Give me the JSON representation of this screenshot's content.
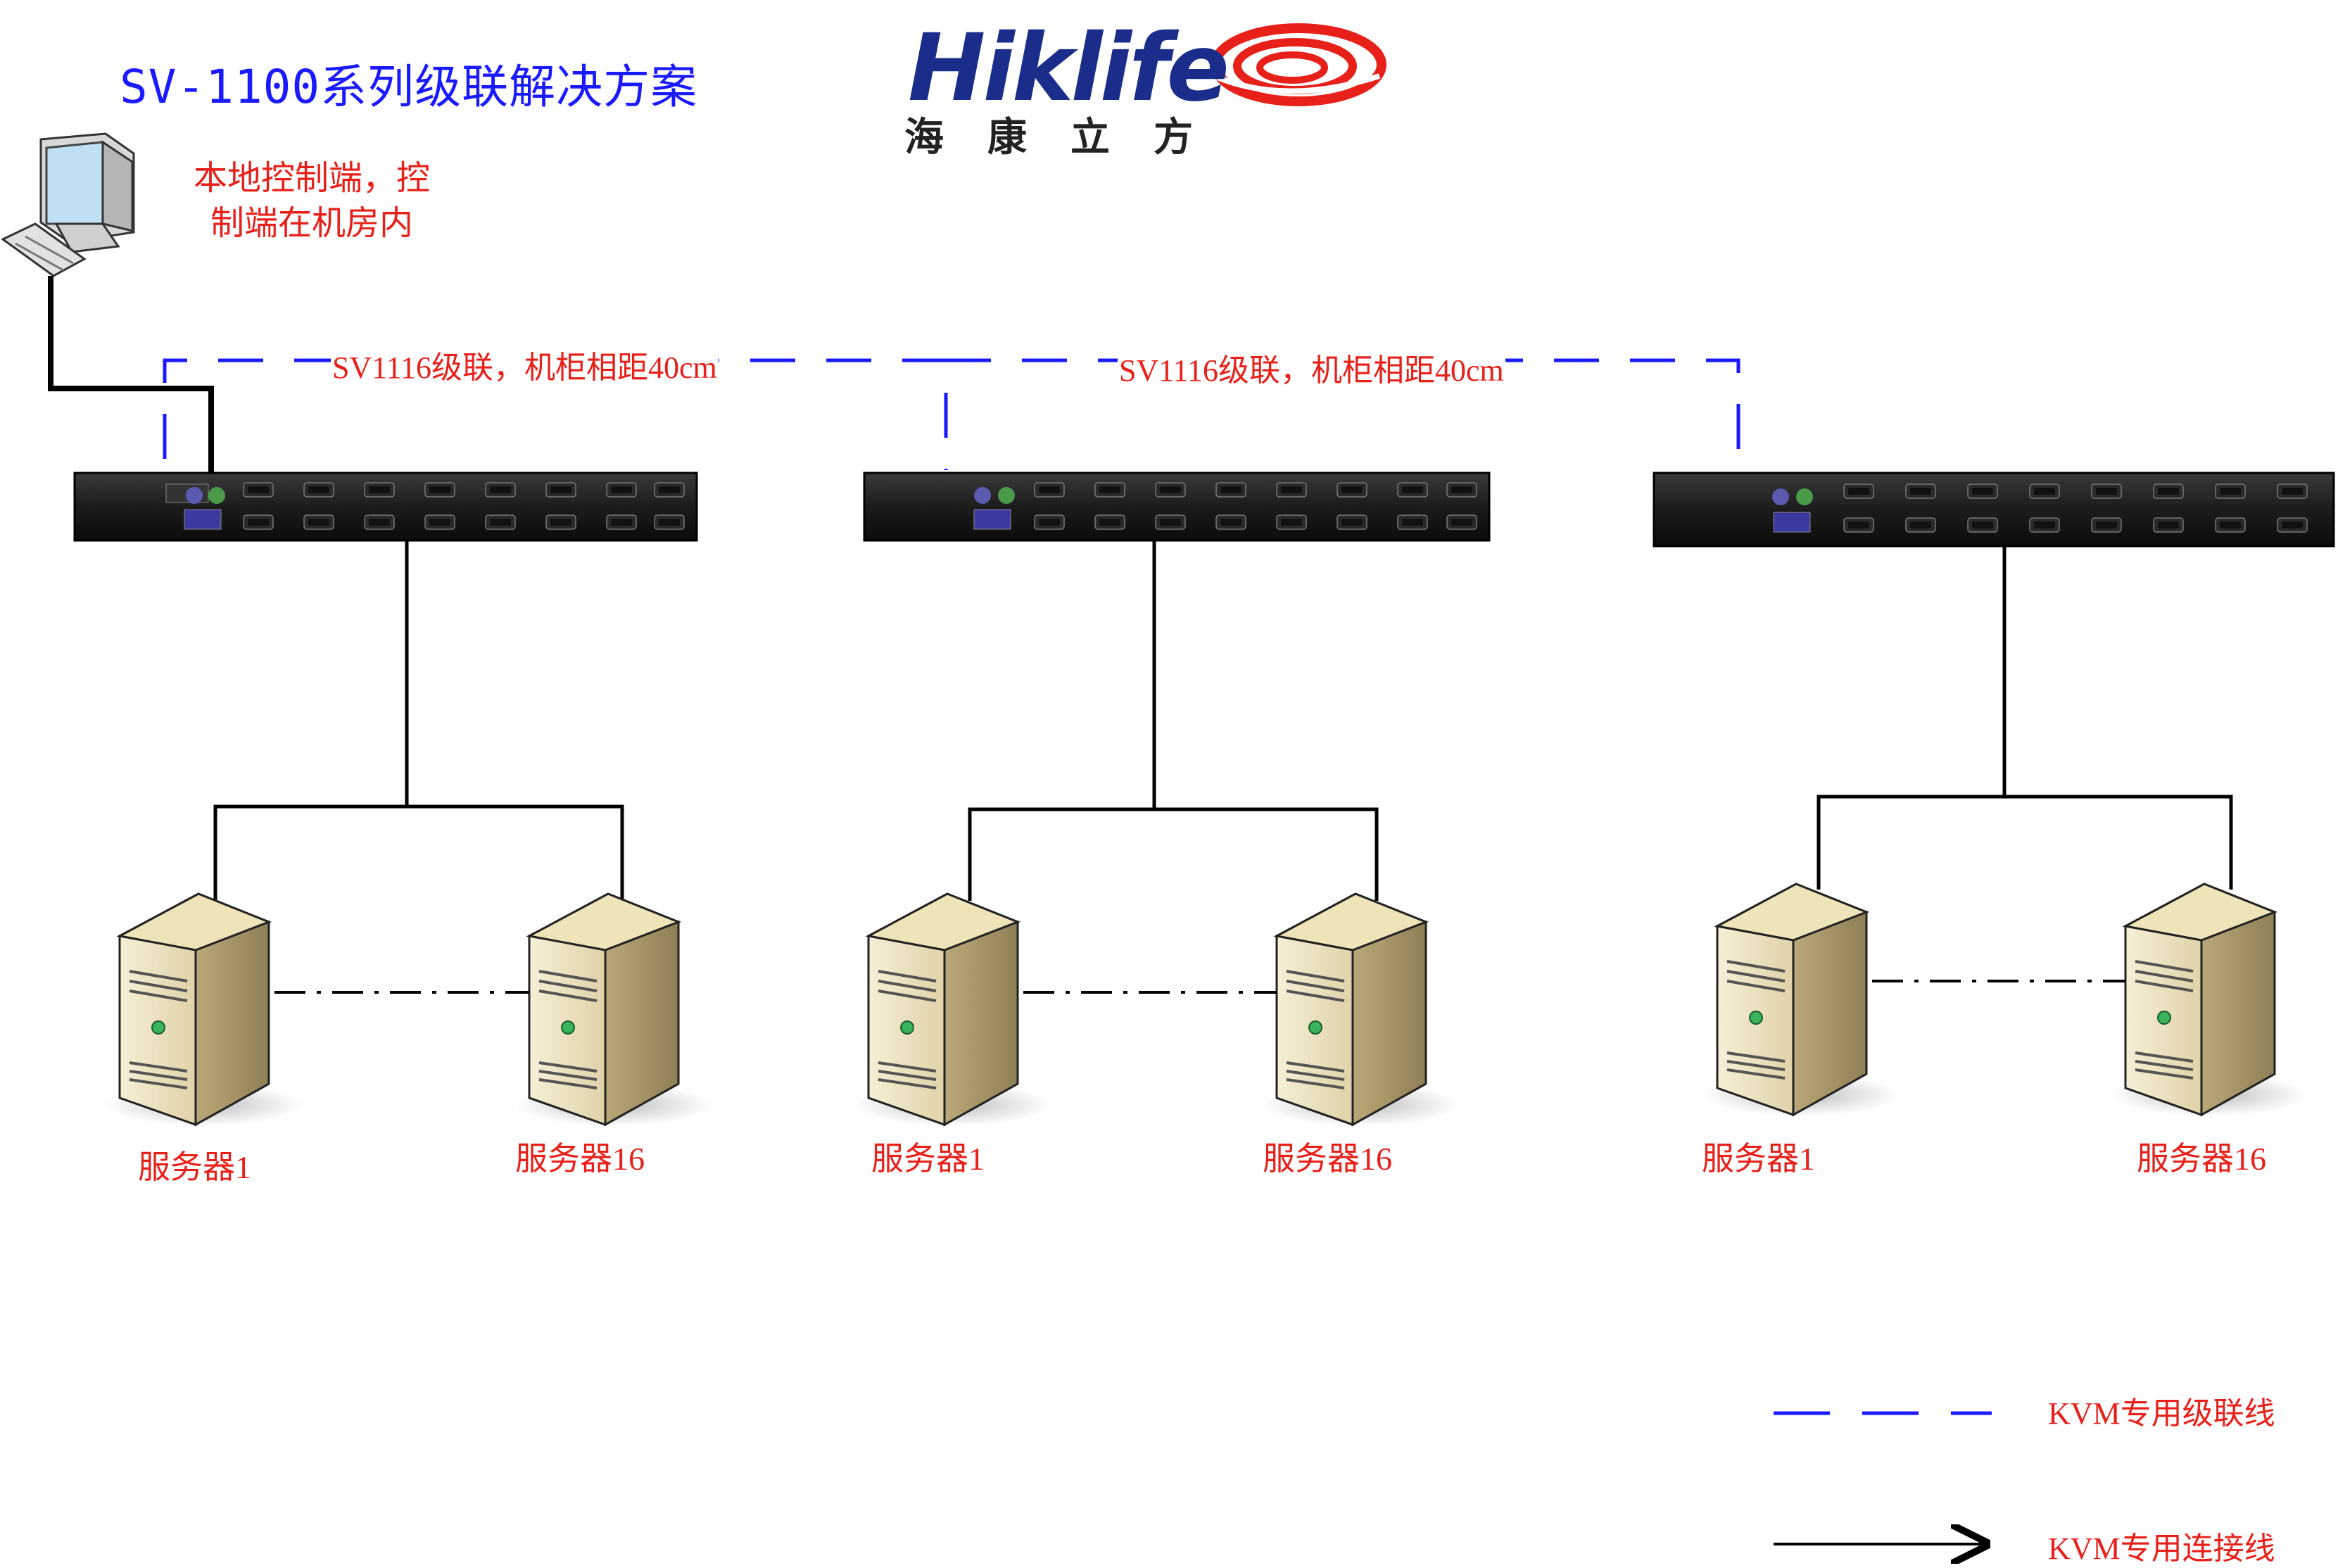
{
  "title": "SV-1100系列级联解决方案",
  "logo": {
    "brand": "Hiklife",
    "sub": "海康立方",
    "color": "#1a2d8a",
    "swirl_color": "#e8201a"
  },
  "console_note": "本地控制端，控制端在机房内",
  "cascade_labels": [
    "SV1116级联，机柜相距40cm",
    "SV1116级联，机柜相距40cm"
  ],
  "switches": [
    {
      "model": "SV1116",
      "servers": [
        {
          "label": "服务器1"
        },
        {
          "label": "服务器16"
        }
      ]
    },
    {
      "model": "SV1116",
      "servers": [
        {
          "label": "服务器1"
        },
        {
          "label": "服务器16"
        }
      ]
    },
    {
      "model": "SV1116",
      "servers": [
        {
          "label": "服务器1"
        },
        {
          "label": "服务器16"
        }
      ]
    }
  ],
  "legend": [
    {
      "style": "dashed",
      "color": "#1a1aff",
      "label": "KVM专用级联线"
    },
    {
      "style": "arrow",
      "color": "#000000",
      "label": "KVM专用连接线"
    }
  ],
  "colors": {
    "title": "#1a1aff",
    "annotation": "#e8201a",
    "cascade_line": "#1a1aff",
    "connection_line": "#000000"
  }
}
